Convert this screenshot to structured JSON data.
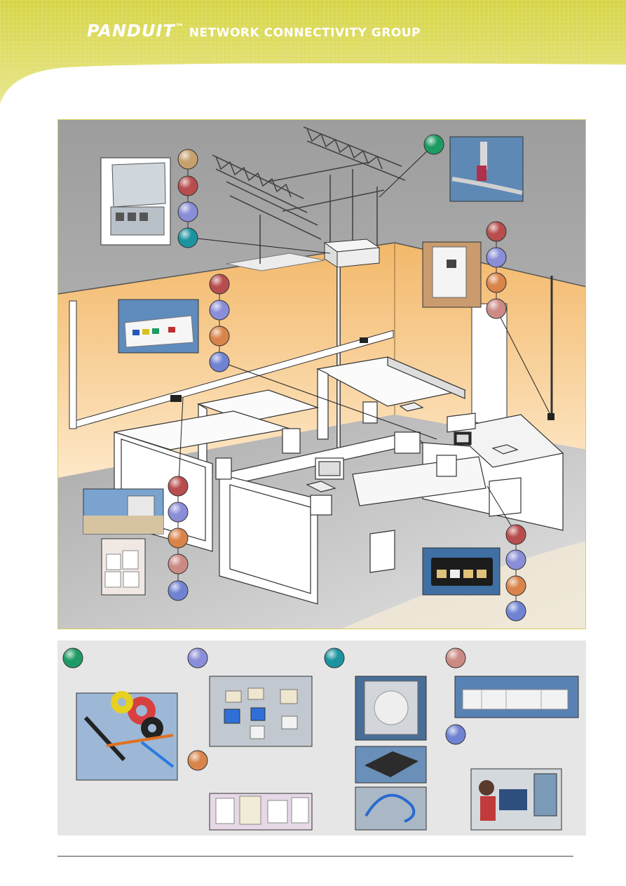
{
  "header": {
    "brand": "PANDUIT",
    "trademark": "™",
    "subtitle": "NETWORK CONNECTIVITY GROUP"
  },
  "colors": {
    "header_yellow": "#d9d84a",
    "header_light": "#f0eea8",
    "frame_border": "#d7cf57",
    "wall_orange": "#f6c987",
    "ceiling_gray": "#a7a7a7",
    "floor_gray": "#b9b9b9",
    "legend_bg": "#e6e6e6",
    "marker_green": "#1e9a63",
    "marker_teal": "#1c93a0",
    "marker_tan": "#c7a06d",
    "marker_red": "#b84d4d",
    "marker_blue": "#8a8dd8",
    "marker_orange": "#d9844a",
    "marker_pink": "#cc8a84",
    "marker_navy": "#6f83d2"
  },
  "markers": {
    "top_left": [
      "tan",
      "red",
      "blue",
      "teal"
    ],
    "ceiling_green": [
      "green"
    ],
    "right_column": [
      "red",
      "blue",
      "orange",
      "pink"
    ],
    "middle_wall": [
      "red",
      "blue",
      "orange",
      "navy"
    ],
    "bottom_left": [
      "red",
      "blue",
      "orange",
      "pink",
      "navy"
    ],
    "bottom_right": [
      "red",
      "blue",
      "orange",
      "navy"
    ]
  },
  "legend": {
    "column_markers": [
      "green",
      "blue",
      "orange",
      "teal",
      "pink",
      "navy"
    ]
  }
}
